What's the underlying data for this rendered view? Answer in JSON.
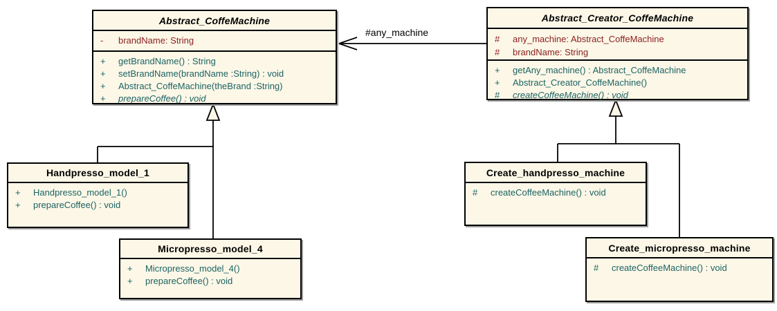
{
  "diagram_type": "uml-class-diagram",
  "colors": {
    "background": "#FFFFFF",
    "class_fill": "#FCF7E7",
    "class_border": "#000000",
    "title_text": "#000000",
    "attribute_text": "#8B2121",
    "method_text": "#1C6363",
    "shadow": "#9E9E9E"
  },
  "classes": [
    {
      "name": "Abstract_CoffeMachine",
      "abstract": true,
      "attributes": [
        {
          "visibility": "-",
          "signature": "brandName: String"
        }
      ],
      "methods": [
        {
          "visibility": "+",
          "signature": "getBrandName() : String"
        },
        {
          "visibility": "+",
          "signature": "setBrandName(brandName :String) : void"
        },
        {
          "visibility": "+",
          "signature": "Abstract_CoffeMachine(theBrand :String)"
        },
        {
          "visibility": "+",
          "signature": "prepareCoffee() : void",
          "abstract": true
        }
      ]
    },
    {
      "name": "Abstract_Creator_CoffeMachine",
      "abstract": true,
      "attributes": [
        {
          "visibility": "#",
          "signature": "any_machine: Abstract_CoffeMachine"
        },
        {
          "visibility": "#",
          "signature": "brandName: String"
        }
      ],
      "methods": [
        {
          "visibility": "+",
          "signature": "getAny_machine() : Abstract_CoffeMachine"
        },
        {
          "visibility": "+",
          "signature": "Abstract_Creator_CoffeMachine()"
        },
        {
          "visibility": "#",
          "signature": "createCoffeeMachine() : void",
          "abstract": true
        }
      ]
    },
    {
      "name": "Handpresso_model_1",
      "abstract": false,
      "attributes": [],
      "methods": [
        {
          "visibility": "+",
          "signature": "Handpresso_model_1()"
        },
        {
          "visibility": "+",
          "signature": "prepareCoffee() : void"
        }
      ]
    },
    {
      "name": "Micropresso_model_4",
      "abstract": false,
      "attributes": [],
      "methods": [
        {
          "visibility": "+",
          "signature": "Micropresso_model_4()"
        },
        {
          "visibility": "+",
          "signature": "prepareCoffee() : void"
        }
      ]
    },
    {
      "name": "Create_handpresso_machine",
      "abstract": false,
      "attributes": [],
      "methods": [
        {
          "visibility": "#",
          "signature": "createCoffeeMachine() : void"
        }
      ]
    },
    {
      "name": "Create_micropresso_machine",
      "abstract": false,
      "attributes": [],
      "methods": [
        {
          "visibility": "#",
          "signature": "createCoffeeMachine() : void"
        }
      ]
    }
  ],
  "relationships": [
    {
      "type": "directed-association",
      "from": "Abstract_Creator_CoffeMachine",
      "to": "Abstract_CoffeMachine",
      "label": "#any_machine"
    },
    {
      "type": "generalization",
      "from": "Handpresso_model_1",
      "to": "Abstract_CoffeMachine"
    },
    {
      "type": "generalization",
      "from": "Micropresso_model_4",
      "to": "Abstract_CoffeMachine"
    },
    {
      "type": "generalization",
      "from": "Create_handpresso_machine",
      "to": "Abstract_Creator_CoffeMachine"
    },
    {
      "type": "generalization",
      "from": "Create_micropresso_machine",
      "to": "Abstract_Creator_CoffeMachine"
    }
  ]
}
